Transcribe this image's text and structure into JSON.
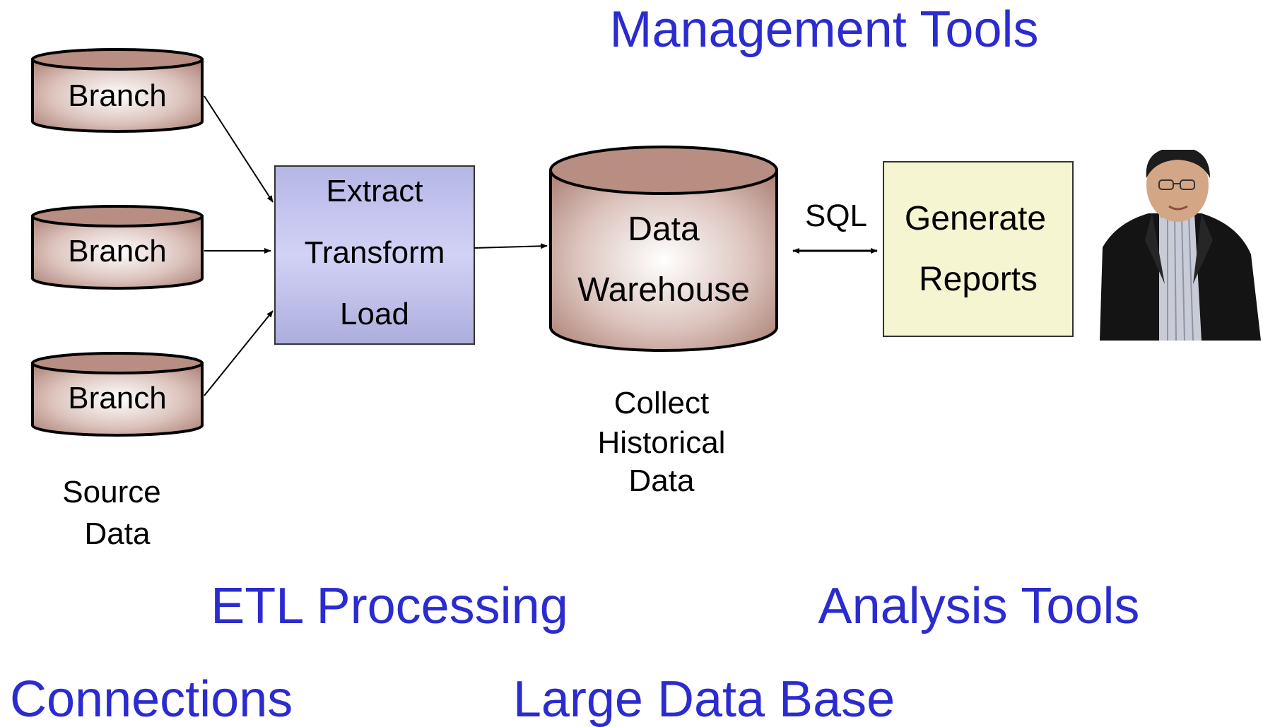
{
  "headings": {
    "management_tools": "Management Tools",
    "etl_processing": "ETL Processing",
    "analysis_tools": "Analysis Tools",
    "connections": "Connections",
    "large_data_base": "Large Data Base"
  },
  "sources": {
    "branch_1": "Branch",
    "branch_2": "Branch",
    "branch_3": "Branch",
    "caption_line1": "Source",
    "caption_line2": "Data"
  },
  "etl_box": {
    "line1": "Extract",
    "line2": "Transform",
    "line3": "Load"
  },
  "warehouse": {
    "line1": "Data",
    "line2": "Warehouse",
    "caption_line1": "Collect",
    "caption_line2": "Historical",
    "caption_line3": "Data"
  },
  "sql_label": "SQL",
  "reports_box": {
    "line1": "Generate",
    "line2": "Reports"
  },
  "colors": {
    "heading_blue": "#2b2bd0",
    "cylinder_brown": "#b88d82",
    "etl_fill": "#c4c4ee",
    "reports_fill": "#f5f5d2"
  },
  "icons": {
    "person_photo": "person-photo-icon"
  }
}
